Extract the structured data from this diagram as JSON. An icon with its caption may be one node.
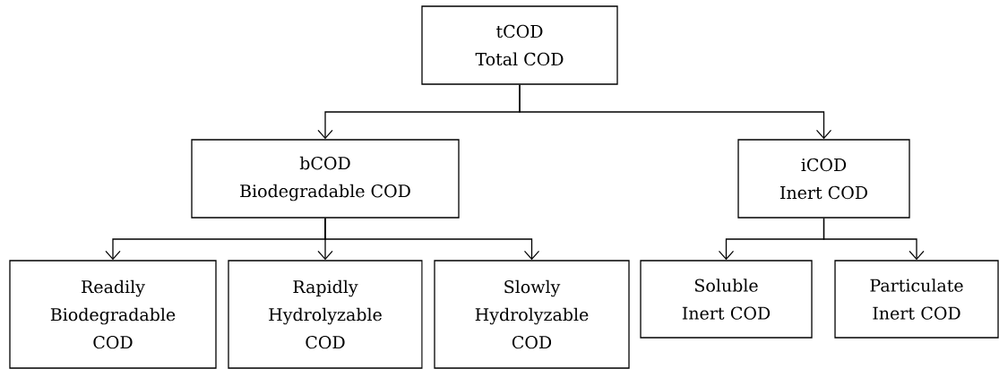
{
  "diagram": {
    "nodes": [
      {
        "text": [
          "tCOD",
          "Total COD"
        ]
      },
      {
        "text": [
          "bCOD",
          "Biodegradable COD"
        ]
      },
      {
        "text": [
          "iCOD",
          "Inert COD"
        ]
      },
      {
        "text": [
          "Readily Biodegradable COD"
        ]
      },
      {
        "text": [
          "Rapidly Hydrolyzable COD"
        ]
      },
      {
        "text": [
          "Slowly Hydrolyzable COD"
        ]
      },
      {
        "text": [
          "Soluble Inert COD"
        ]
      },
      {
        "text": [
          "Particulate Inert COD"
        ]
      }
    ],
    "edges": [
      {
        "from": 0,
        "to": 1,
        "arrow": "to"
      },
      {
        "from": 0,
        "to": 2,
        "arrow": "to"
      },
      {
        "from": 1,
        "to": 3,
        "arrow": "to"
      },
      {
        "from": 1,
        "to": 4,
        "arrow": "to"
      },
      {
        "from": 1,
        "to": 5,
        "arrow": "to"
      },
      {
        "from": 2,
        "to": 6,
        "arrow": "to"
      },
      {
        "from": 2,
        "to": 7,
        "arrow": "to"
      }
    ]
  }
}
